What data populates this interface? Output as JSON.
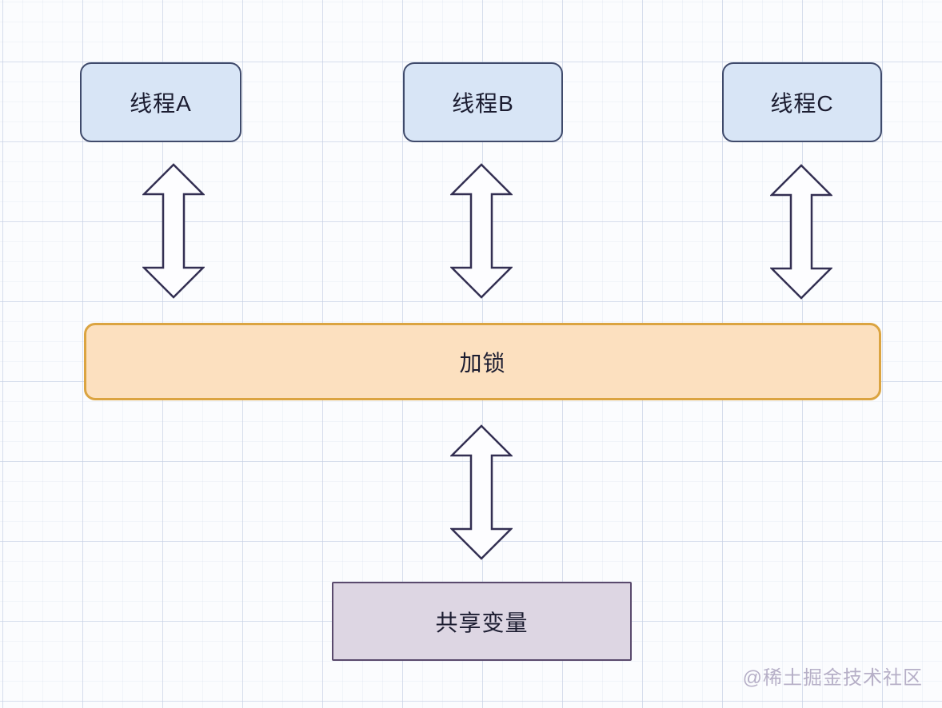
{
  "diagram": {
    "nodes": {
      "thread_a": {
        "label": "线程A",
        "fill": "#d8e5f6",
        "border": "#3f4a6b"
      },
      "thread_b": {
        "label": "线程B",
        "fill": "#d8e5f6",
        "border": "#3f4a6b"
      },
      "thread_c": {
        "label": "线程C",
        "fill": "#d8e5f6",
        "border": "#3f4a6b"
      },
      "lock": {
        "label": "加锁",
        "fill": "#fce0bf",
        "border": "#dba441"
      },
      "shared_variable": {
        "label": "共享变量",
        "fill": "#ddd6e3",
        "border": "#5a4a6d"
      }
    },
    "edges": [
      {
        "from": "thread_a",
        "to": "lock",
        "type": "bidirectional-arrow"
      },
      {
        "from": "thread_b",
        "to": "lock",
        "type": "bidirectional-arrow"
      },
      {
        "from": "thread_c",
        "to": "lock",
        "type": "bidirectional-arrow"
      },
      {
        "from": "lock",
        "to": "shared_variable",
        "type": "bidirectional-arrow"
      }
    ],
    "arrow_style": {
      "fill": "#fdfdff",
      "stroke": "#332f52"
    },
    "text_color": "#1b1c30"
  },
  "watermark": {
    "text": "@稀土掘金技术社区",
    "color": "#b6afc7"
  }
}
